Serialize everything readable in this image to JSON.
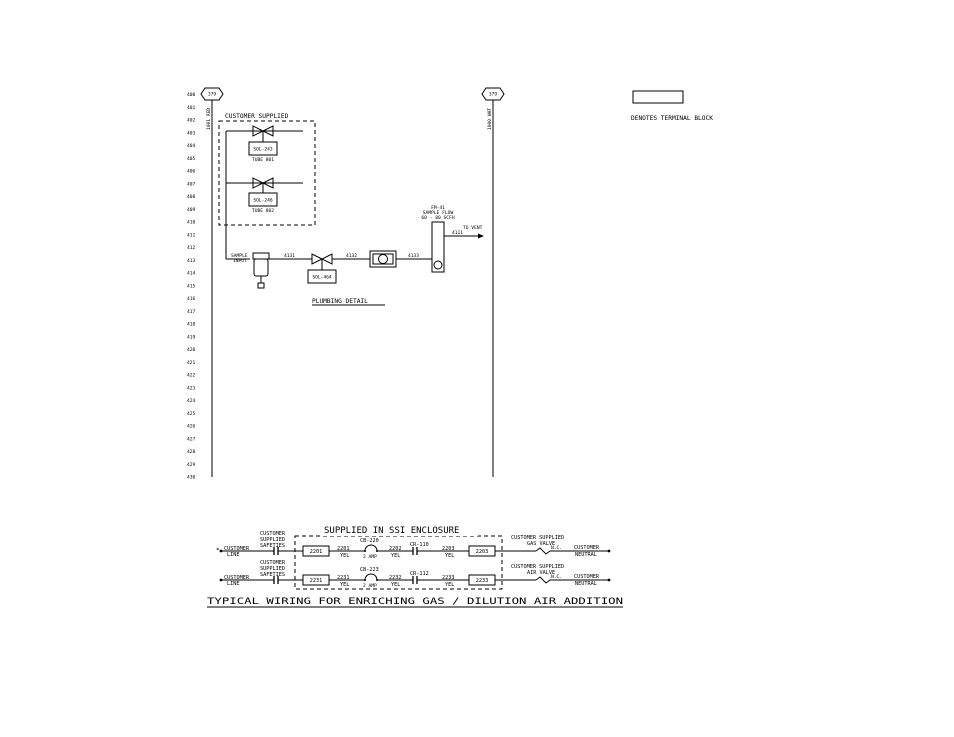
{
  "ladder": {
    "rungs": [
      "400",
      "401",
      "402",
      "403",
      "404",
      "405",
      "406",
      "407",
      "408",
      "409",
      "410",
      "411",
      "412",
      "413",
      "414",
      "415",
      "416",
      "417",
      "418",
      "419",
      "420",
      "421",
      "422",
      "423",
      "424",
      "425",
      "426",
      "427",
      "428",
      "429",
      "430"
    ],
    "left_rail": {
      "tag": "379",
      "label": "1001 RED"
    },
    "right_rail": {
      "tag": "379",
      "label": "1000 WHT"
    }
  },
  "legend": {
    "text": "DENOTES TERMINAL BLOCK"
  },
  "plumbing": {
    "customer_supplied": "CUSTOMER SUPPLIED",
    "sol_243": {
      "name": "SOL-243",
      "tube": "TUBE 801"
    },
    "sol_246": {
      "name": "SOL-246",
      "tube": "TUBE 802"
    },
    "sample_input": [
      "SAMPLE",
      "INPUT"
    ],
    "line_4131": "4131",
    "line_4132": "4132",
    "line_4133": "4133",
    "sol_464": "SOL-464",
    "flowmeter": [
      "FM-41",
      "SAMPLE FLOW",
      "60 - 80 SCFH"
    ],
    "line_4111": "4111",
    "to_vent": "TO VENT",
    "title": "PLUMBING DETAIL"
  },
  "wiring": {
    "enclosure_label": "SUPPLIED IN SSI ENCLOSURE",
    "asterisk": "*",
    "row1": {
      "customer_line": [
        "CUSTOMER",
        "LINE"
      ],
      "safeties": [
        "CUSTOMER",
        "SUPPLIED",
        "SAFETIES"
      ],
      "tb_in": "2201",
      "wire_a": {
        "num": "2201",
        "color": "YEL"
      },
      "breaker": {
        "name": "CB-220",
        "rating": "2 AMP"
      },
      "wire_b": {
        "num": "2202",
        "color": "YEL"
      },
      "relay": "CR-110",
      "wire_c": {
        "num": "2203",
        "color": "YEL"
      },
      "tb_out": "2203",
      "valve": [
        "CUSTOMER SUPPLIED",
        "GAS VALVE"
      ],
      "nc": "N.C.",
      "neutral": [
        "CUSTOMER",
        "NEUTRAL"
      ]
    },
    "row2": {
      "customer_line": [
        "CUSTOMER",
        "LINE"
      ],
      "safeties": [
        "CUSTOMER",
        "SUPPLIED",
        "SAFETIES"
      ],
      "tb_in": "2231",
      "wire_a": {
        "num": "2231",
        "color": "YEL"
      },
      "breaker": {
        "name": "CB-223",
        "rating": "2 AMP"
      },
      "wire_b": {
        "num": "2232",
        "color": "YEL"
      },
      "relay": "CR-112",
      "wire_c": {
        "num": "2233",
        "color": "YEL"
      },
      "tb_out": "2233",
      "valve": [
        "CUSTOMER SUPPLIED",
        "AIR VALVE"
      ],
      "nc": "N.C.",
      "neutral": [
        "CUSTOMER",
        "NEUTRAL"
      ]
    },
    "title": "TYPICAL WIRING FOR ENRICHING GAS / DILUTION AIR ADDITION"
  }
}
